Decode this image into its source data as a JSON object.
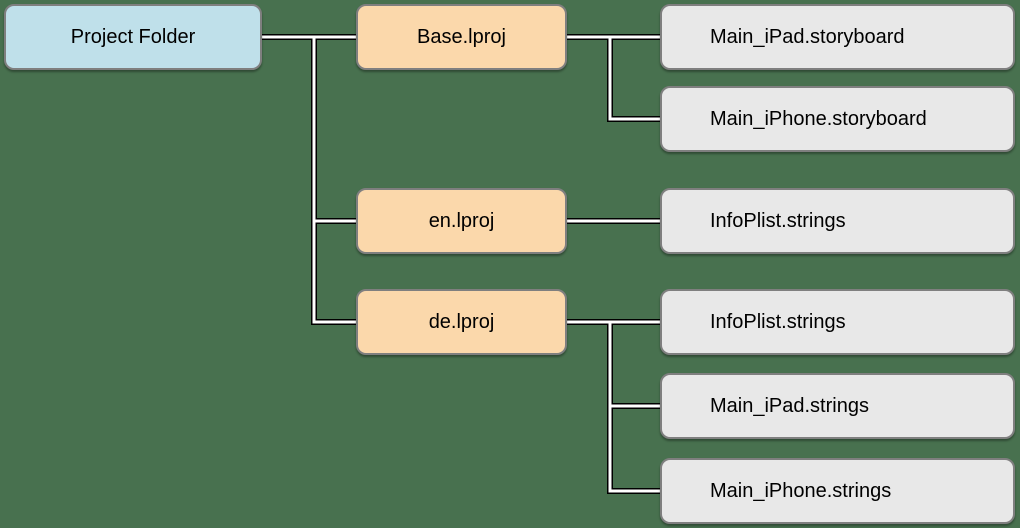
{
  "diagram": {
    "description_colors": {
      "background": "#48714f",
      "root_fill": "#bfe0ea",
      "folder_fill": "#fbd8ab",
      "file_fill": "#e8e8e8",
      "node_border": "#7f7f7f",
      "connector_outline": "#000000",
      "connector_core": "#ffffff",
      "text": "#000000"
    },
    "nodes": {
      "project_folder": {
        "label": "Project Folder"
      },
      "base_lproj": {
        "label": "Base.lproj"
      },
      "en_lproj": {
        "label": "en.lproj"
      },
      "de_lproj": {
        "label": "de.lproj"
      },
      "main_ipad_storyboard": {
        "label": "Main_iPad.storyboard"
      },
      "main_iphone_storyboard": {
        "label": "Main_iPhone.storyboard"
      },
      "infoplist_strings_en": {
        "label": "InfoPlist.strings"
      },
      "infoplist_strings_de": {
        "label": "InfoPlist.strings"
      },
      "main_ipad_strings": {
        "label": "Main_iPad.strings"
      },
      "main_iphone_strings": {
        "label": "Main_iPhone.strings"
      }
    },
    "hierarchy": {
      "Project Folder": {
        "Base.lproj": [
          "Main_iPad.storyboard",
          "Main_iPhone.storyboard"
        ],
        "en.lproj": [
          "InfoPlist.strings"
        ],
        "de.lproj": [
          "InfoPlist.strings",
          "Main_iPad.strings",
          "Main_iPhone.strings"
        ]
      }
    }
  }
}
